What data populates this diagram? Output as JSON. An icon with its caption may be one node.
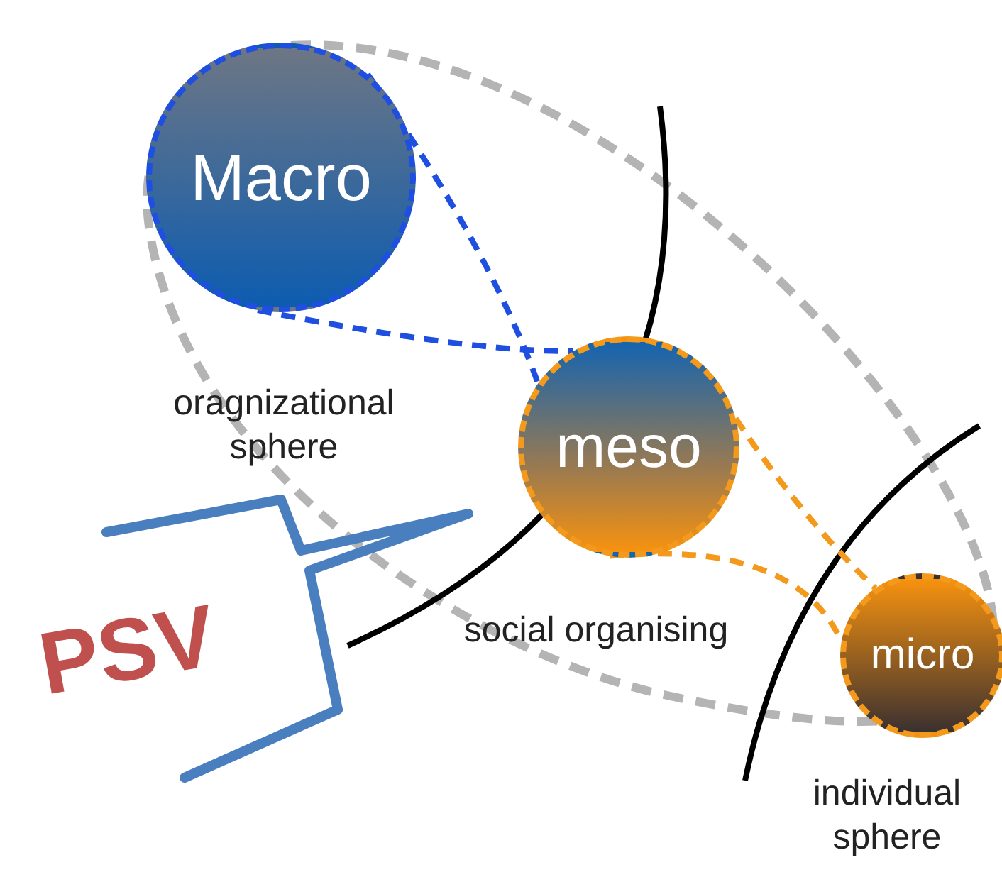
{
  "diagram": {
    "nodes": [
      {
        "text": [
          "Macro"
        ]
      },
      {
        "text": [
          "meso"
        ]
      },
      {
        "text": [
          "micro"
        ]
      }
    ],
    "edges": [
      {
        "from": 0,
        "to": 1,
        "arrow": "none",
        "style": "dashed",
        "color": "#1f4fe0"
      },
      {
        "from": 0,
        "to": 1,
        "arrow": "none",
        "style": "dashed",
        "color": "#1f4fe0"
      },
      {
        "from": 1,
        "to": 2,
        "arrow": "none",
        "style": "dashed",
        "color": "#f39a1c"
      },
      {
        "from": 1,
        "to": 2,
        "arrow": "none",
        "style": "dashed",
        "color": "#f39a1c"
      }
    ],
    "labels": [
      "oragnizational sphere",
      "PSV",
      "social organising",
      "individual sphere"
    ]
  }
}
